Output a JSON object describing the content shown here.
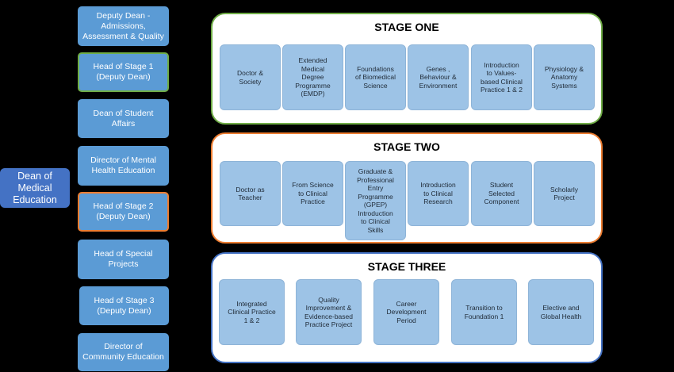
{
  "colors": {
    "background": "#000000",
    "role_box": "#5b9bd5",
    "dean_box": "#4472c4",
    "stage_one_border": "#70ad47",
    "stage_two_border": "#ed7d31",
    "stage_three_border": "#4472c4",
    "card_fill": "#9dc3e6"
  },
  "dean": {
    "label": "Dean of\nMedical\nEducation"
  },
  "roles": [
    {
      "label": "Deputy Dean -\nAdmissions,\nAssessment & Quality"
    },
    {
      "label": "Head of Stage 1\n(Deputy Dean)"
    },
    {
      "label": "Dean of  Student\nAffairs"
    },
    {
      "label": "Director of Mental\nHealth Education"
    },
    {
      "label": "Head of Stage 2\n(Deputy Dean)"
    },
    {
      "label": "Head of Special\nProjects"
    },
    {
      "label": "Head of Stage 3\n(Deputy Dean)"
    },
    {
      "label": "Director of\nCommunity Education"
    }
  ],
  "stages": [
    {
      "title": "STAGE ONE",
      "cards": [
        "Doctor &\nSociety",
        "Extended\nMedical\nDegree\nProgramme\n(EMDP)",
        "Foundations\nof Biomedical\nScience",
        "Genes ,\nBehaviour &\nEnvironment",
        "Introduction\nto Values-\nbased Clinical\nPractice 1 & 2",
        "Physiology &\nAnatomy\nSystems"
      ]
    },
    {
      "title": "STAGE TWO",
      "cards": [
        "Doctor as\nTeacher",
        "From Science\nto Clinical\nPractice",
        "Graduate &\nProfessional\nEntry\nProgramme\n(GPEP)\nIntroduction\nto Clinical\nSkills",
        "Introduction\nto Clinical\nResearch",
        "Student\nSelected\nComponent",
        "Scholarly\nProject"
      ]
    },
    {
      "title": "STAGE THREE",
      "cards": [
        "Integrated\nClinical Practice\n1 & 2",
        "Quality\nImprovement &\nEvidence-based\nPractice Project",
        "Career\nDevelopment\nPeriod",
        "Transition to\nFoundation 1",
        "Elective and\nGlobal Health"
      ]
    }
  ]
}
